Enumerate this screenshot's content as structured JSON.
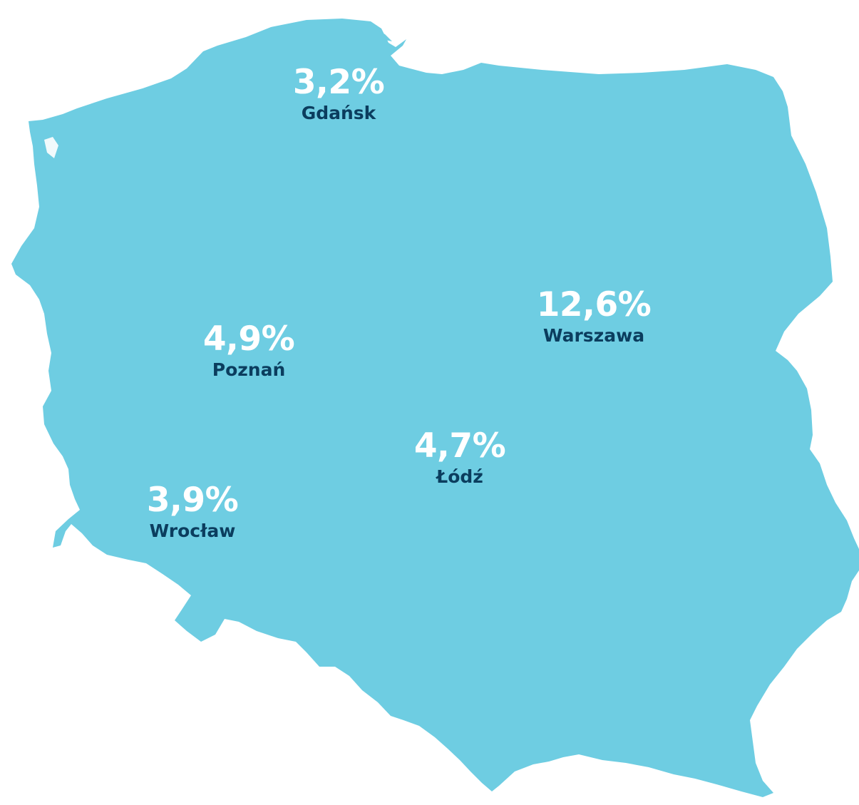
{
  "map": {
    "fill_color": "#6ecde2",
    "value_color": "#ffffff",
    "name_color": "#0b3d5e",
    "cities": [
      {
        "id": "gdansk",
        "name": "Gdańsk",
        "value": "3,2%"
      },
      {
        "id": "poznan",
        "name": "Poznań",
        "value": "4,9%"
      },
      {
        "id": "warszawa",
        "name": "Warszawa",
        "value": "12,6%"
      },
      {
        "id": "lodz",
        "name": "Łódź",
        "value": "4,7%"
      },
      {
        "id": "wroclaw",
        "name": "Wrocław",
        "value": "3,9%"
      }
    ]
  }
}
